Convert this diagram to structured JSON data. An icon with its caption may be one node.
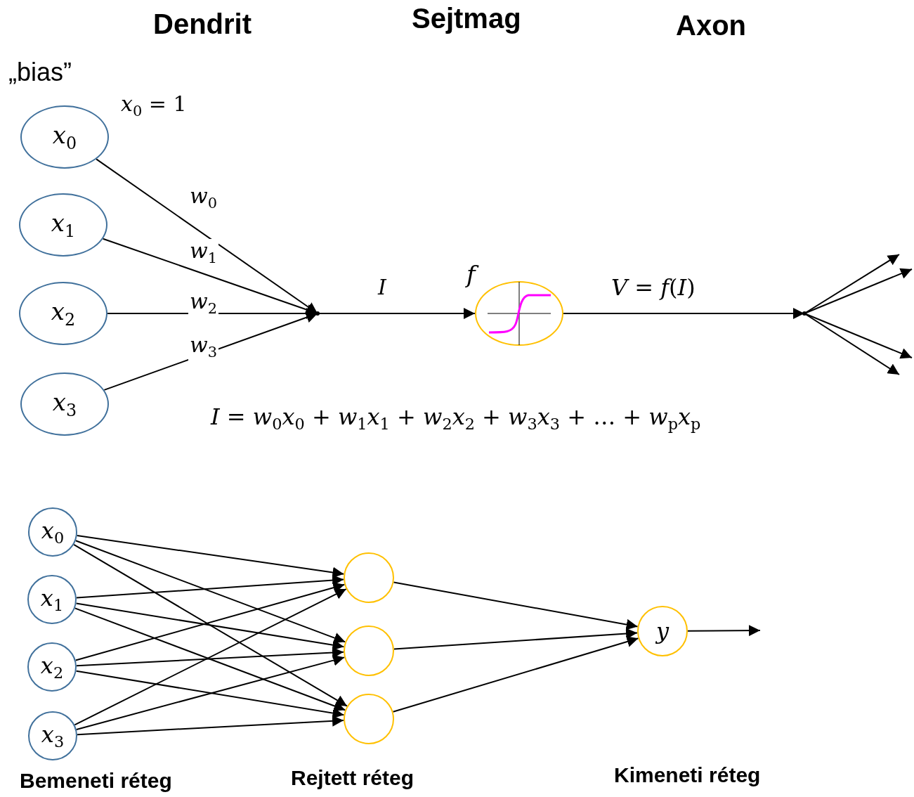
{
  "diagram": {
    "nodes": [
      {
        "text": [
          "*x*$_{0}$"
        ]
      },
      {
        "text": [
          "*x*$_{1}$"
        ]
      },
      {
        "text": [
          "*x*$_{2}$"
        ]
      },
      {
        "text": [
          "*x*$_{3}$"
        ]
      },
      {
        "text": [],
        "shape": "circle"
      },
      {
        "text": [],
        "shape": "circle",
        "beside": [
          "f"
        ]
      },
      {
        "text": [],
        "shape": "circle"
      },
      {
        "text": [
          "*x*$_{0}$"
        ]
      },
      {
        "text": [
          "*x*$_{1}$"
        ]
      },
      {
        "text": [
          "*x*$_{2}$"
        ]
      },
      {
        "text": [
          "*x*$_{3}$"
        ]
      },
      {
        "text": [],
        "shape": "circle"
      },
      {
        "text": [],
        "shape": "circle"
      },
      {
        "text": [],
        "shape": "circle"
      },
      {
        "text": [
          "*y*"
        ]
      }
    ],
    "edges": [
      {
        "from": 0,
        "to": 4,
        "arrow": "to",
        "label": "*w*$_{0}$"
      },
      {
        "from": 1,
        "to": 4,
        "arrow": "to",
        "label": "*w*$_{1}$"
      },
      {
        "from": 2,
        "to": 4,
        "arrow": "to",
        "label": "*w*$_{2}$"
      },
      {
        "from": 3,
        "to": 4,
        "arrow": "to",
        "label": "*w*$_{3}$"
      },
      {
        "from": 4,
        "to": 5,
        "arrow": "to",
        "label": "*I*"
      },
      {
        "from": 5,
        "to": 6,
        "arrow": "to",
        "label": "*V* = *f*(*I*)"
      },
      {
        "from": 6,
        "to": null,
        "arrow": "to"
      },
      {
        "from": 6,
        "to": null,
        "arrow": "to"
      },
      {
        "from": 6,
        "to": null,
        "arrow": "to"
      },
      {
        "from": 6,
        "to": null,
        "arrow": "to"
      },
      {
        "from": 7,
        "to": 11,
        "arrow": "to"
      },
      {
        "from": 7,
        "to": 12,
        "arrow": "to"
      },
      {
        "from": 7,
        "to": 13,
        "arrow": "to"
      },
      {
        "from": 8,
        "to": 11,
        "arrow": "to"
      },
      {
        "from": 8,
        "to": 12,
        "arrow": "to"
      },
      {
        "from": 8,
        "to": 13,
        "arrow": "to"
      },
      {
        "from": 9,
        "to": 11,
        "arrow": "to"
      },
      {
        "from": 9,
        "to": 12,
        "arrow": "to"
      },
      {
        "from": 9,
        "to": 13,
        "arrow": "to"
      },
      {
        "from": 10,
        "to": 11,
        "arrow": "to"
      },
      {
        "from": 10,
        "to": 12,
        "arrow": "to"
      },
      {
        "from": 10,
        "to": 13,
        "arrow": "to"
      },
      {
        "from": 11,
        "to": 14,
        "arrow": "to"
      },
      {
        "from": 12,
        "to": 14,
        "arrow": "to"
      },
      {
        "from": 13,
        "to": 14,
        "arrow": "to"
      },
      {
        "from": 14,
        "to": null,
        "arrow": "to"
      }
    ],
    "labels": [
      "Dendrit",
      "Sejtmag",
      "Axon",
      "„bias”",
      "*x*$_{0}$ = 1",
      "*I* = *w*$_{0}$*x*$_{0}$ + *w*$_{1}$*x*$_{1}$ + *w*$_{2}$*x*$_{2}$ + *w*$_{3}$*x*$_{3}$ +  … + *w*$_{p}$*x*$_{p}$",
      "Bemeneti réteg",
      "Rejtett réteg",
      "Kimeneti réteg"
    ]
  }
}
